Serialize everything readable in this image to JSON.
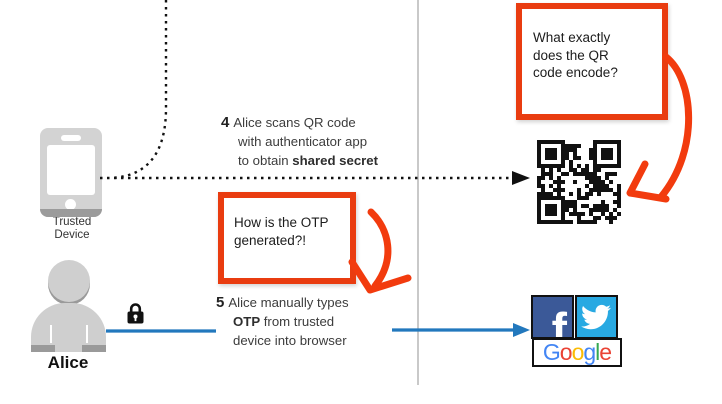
{
  "flow": {
    "step4": {
      "number": "4",
      "line1": "Alice scans QR code",
      "line2": "with authenticator app",
      "line3_prefix": "to obtain ",
      "line3_bold": "shared secret"
    },
    "step5": {
      "number": "5",
      "line1": "Alice manually types",
      "line2_bold": "OTP",
      "line2_rest": " from trusted",
      "line3": "device into browser"
    }
  },
  "annotations": {
    "qr_question": "What exactly\ndoes the QR\ncode encode?",
    "otp_question": "How is the OTP\ngenerated?!"
  },
  "actors": {
    "trusted_device": {
      "label": "Trusted\nDevice"
    },
    "alice": {
      "label": "Alice"
    }
  },
  "logos": {
    "facebook": {
      "letter": "f",
      "color": "#3b5998"
    },
    "twitter": {
      "color": "#28a9e2"
    },
    "google": {
      "letters": [
        {
          "ch": "G",
          "color": "#4285F4"
        },
        {
          "ch": "o",
          "color": "#EA4335"
        },
        {
          "ch": "o",
          "color": "#FBBC05"
        },
        {
          "ch": "g",
          "color": "#4285F4"
        },
        {
          "ch": "l",
          "color": "#34A853"
        },
        {
          "ch": "e",
          "color": "#EA4335"
        }
      ]
    }
  },
  "colors": {
    "annotation_red": "#e93c10",
    "hand_arrow_red": "#f23b0e",
    "arrow_blue": "#2278bd",
    "divider_gray": "#c9c9c9",
    "figure_gray": "#d3d3d3",
    "figure_dark_gray": "#9a9a9a",
    "dotted_line_black": "#111111"
  }
}
